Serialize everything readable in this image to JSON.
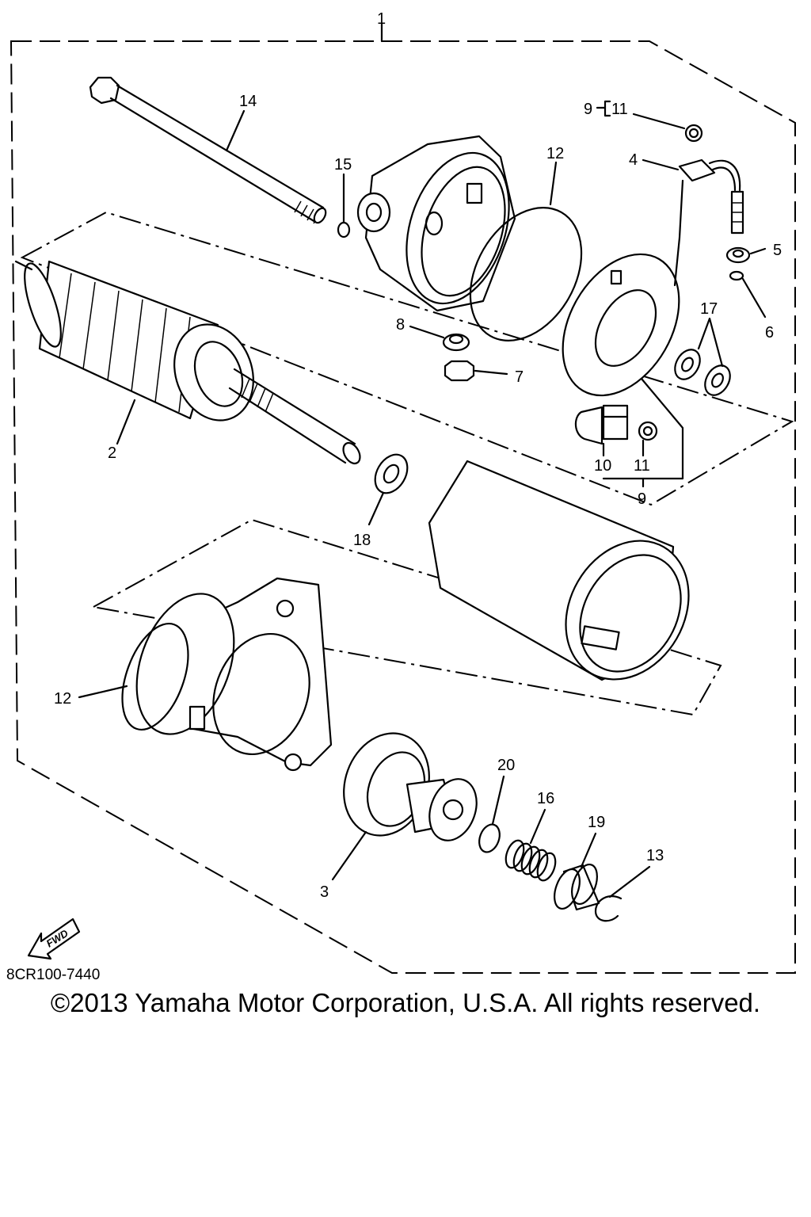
{
  "diagram": {
    "part_labels": {
      "p1": "1",
      "p2": "2",
      "p3": "3",
      "p4": "4",
      "p5": "5",
      "p6": "6",
      "p7": "7",
      "p8": "8",
      "p9_top": "9",
      "p9_bottom": "9",
      "p10": "10",
      "p11_top": "11",
      "p11_bottom": "11",
      "p12_top": "12",
      "p12_left": "12",
      "p13": "13",
      "p14": "14",
      "p15": "15",
      "p16": "16",
      "p17": "17",
      "p18": "18",
      "p19": "19",
      "p20": "20"
    },
    "fwd_label": "FWD",
    "diagram_code": "8CR100-7440"
  },
  "copyright": "©2013 Yamaha Motor Corporation, U.S.A. All rights reserved."
}
